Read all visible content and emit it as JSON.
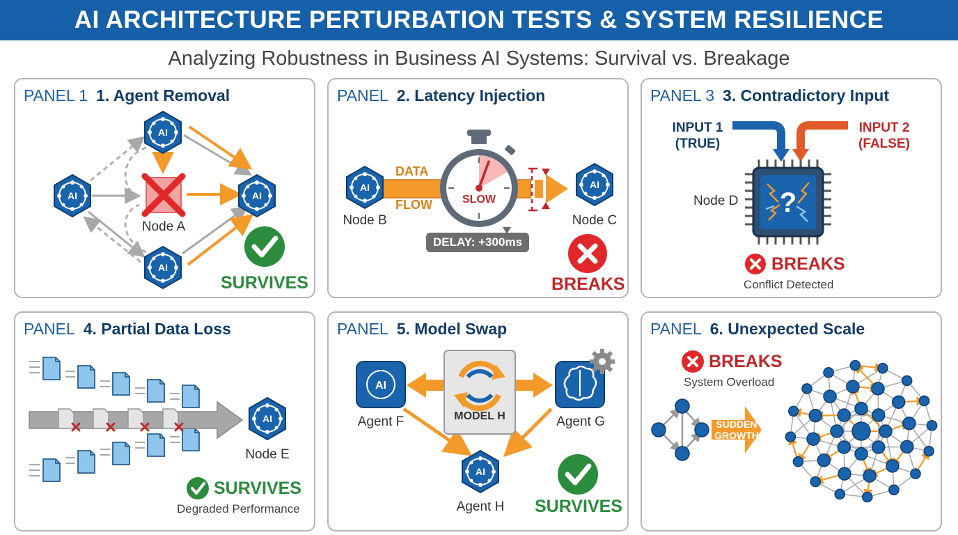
{
  "header": {
    "title": "AI ARCHITECTURE PERTURBATION TESTS & SYSTEM RESILIENCE",
    "subtitle": "Analyzing Robustness in Business AI Systems: Survival vs. Breakage"
  },
  "colors": {
    "banner": "#1560a8",
    "node": "#1a63ad",
    "arrow_orange": "#f39a2b",
    "survive": "#2c8c3e",
    "breaks": "#c0282a"
  },
  "ai_label": "AI",
  "panels": [
    {
      "panel_label": "PANEL 1",
      "title": "1. Agent Removal",
      "node_label": "Node A",
      "status": "SURVIVES"
    },
    {
      "panel_label": "PANEL",
      "title": "2. Latency Injection",
      "flow_top": "DATA",
      "flow_bottom": "FLOW",
      "timer_label": "SLOW",
      "delay": "DELAY: +300ms",
      "node_left": "Node B",
      "node_right": "Node C",
      "status": "BREAKS"
    },
    {
      "panel_label": "PANEL 3",
      "title": "3. Contradictory Input",
      "input1_line1": "INPUT 1",
      "input1_line2": "(TRUE)",
      "input2_line1": "INPUT 2",
      "input2_line2": "(FALSE)",
      "node_label": "Node D",
      "chip_symbol": "?",
      "status": "BREAKS",
      "note": "Conflict Detected"
    },
    {
      "panel_label": "PANEL",
      "title": "4. Partial Data Loss",
      "node_label": "Node E",
      "status": "SURVIVES",
      "note": "Degraded Performance"
    },
    {
      "panel_label": "PANEL",
      "title": "5. Model Swap",
      "model_label": "MODEL H",
      "agent_left": "Agent F",
      "agent_right": "Agent G",
      "agent_bottom": "Agent H",
      "status": "SURVIVES"
    },
    {
      "panel_label": "PANEL",
      "title": "6. Unexpected Scale",
      "status": "BREAKS",
      "note": "System Overload",
      "growth_line1": "SUDDEN",
      "growth_line2": "GROWTH"
    }
  ]
}
